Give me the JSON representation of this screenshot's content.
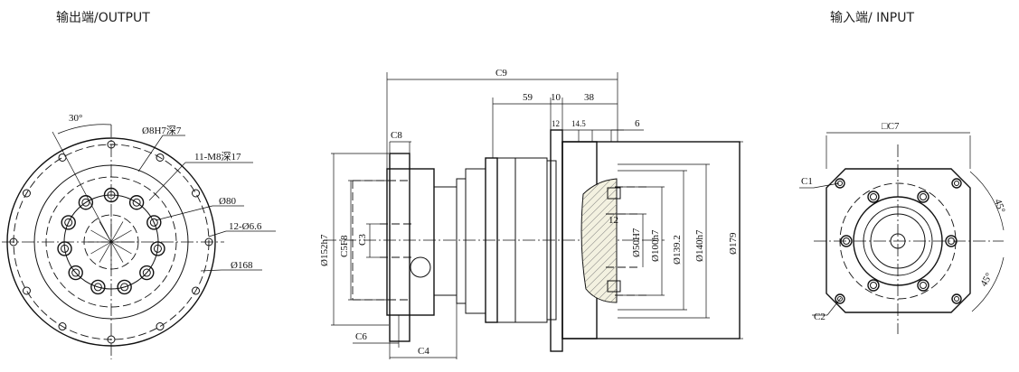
{
  "headers": {
    "output": "输出端/OUTPUT",
    "input": "输入端/ INPUT"
  },
  "output_view": {
    "angle": "30°",
    "bore": "Ø8H7深7",
    "tapped_holes": "11-M8深17",
    "pcd": "Ø80",
    "through_holes": "12-Ø6.6",
    "outer": "Ø168"
  },
  "side_view": {
    "c9": "C9",
    "len_59": "59",
    "len_10": "10",
    "len_38": "38",
    "len_12_top": "12",
    "len_14_5": "14.5",
    "len_6": "6",
    "c8": "C8",
    "dia_152": "Ø152h7",
    "c5": "C5F8",
    "c3": "C3",
    "len_12_mid": "12",
    "dia_50": "Ø50H7",
    "dia_100": "Ø100h7",
    "dia_139": "Ø139.2",
    "dia_140": "Ø140h7",
    "dia_179": "Ø179",
    "c6": "C6",
    "c4": "C4"
  },
  "input_view": {
    "c7": "□C7",
    "c1": "C1",
    "c2": "C2",
    "angle_top": "45°",
    "angle_bottom": "45°"
  }
}
